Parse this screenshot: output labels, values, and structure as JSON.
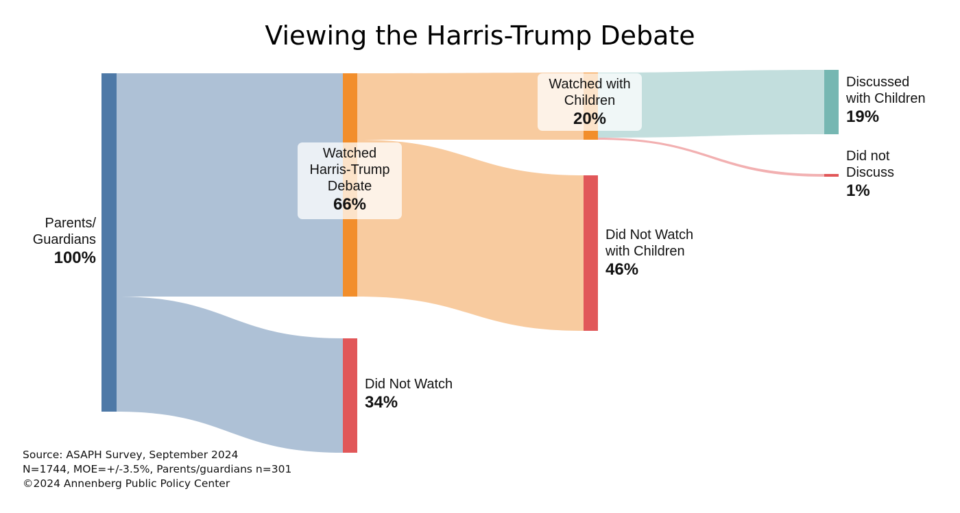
{
  "title": "Viewing the Harris-Trump Debate",
  "nodes": {
    "parents": {
      "label_line1": "Parents/",
      "label_line2": "Guardians",
      "pct": "100%",
      "color": "#4e79a7"
    },
    "watched": {
      "label_line1": "Watched",
      "label_line2": "Harris-Trump",
      "label_line3": "Debate",
      "pct": "66%",
      "color": "#f28e2b"
    },
    "did_not_watch": {
      "label": "Did Not Watch",
      "pct": "34%",
      "color": "#e15759"
    },
    "watched_with_children": {
      "label_line1": "Watched with",
      "label_line2": "Children",
      "pct": "20%",
      "color": "#f28e2b"
    },
    "did_not_watch_with_children": {
      "label_line1": "Did Not Watch",
      "label_line2": "with Children",
      "pct": "46%",
      "color": "#e15759"
    },
    "discussed": {
      "label_line1": "Discussed",
      "label_line2": "with Children",
      "pct": "19%",
      "color": "#76b7b2"
    },
    "did_not_discuss": {
      "label_line1": "Did not",
      "label_line2": "Discuss",
      "pct": "1%",
      "color": "#e15759"
    }
  },
  "source": {
    "line1": "Source: ASAPH Survey, September 2024",
    "line2": "N=1744, MOE=+/-3.5%, Parents/guardians n=301",
    "line3": "©2024 Annenberg Public Policy Center"
  },
  "chart_data": {
    "type": "sankey",
    "title": "Viewing the Harris-Trump Debate",
    "nodes": [
      {
        "id": "Parents/Guardians",
        "value": 100
      },
      {
        "id": "Watched Harris-Trump Debate",
        "value": 66
      },
      {
        "id": "Did Not Watch",
        "value": 34
      },
      {
        "id": "Watched with Children",
        "value": 20
      },
      {
        "id": "Did Not Watch with Children",
        "value": 46
      },
      {
        "id": "Discussed with Children",
        "value": 19
      },
      {
        "id": "Did not Discuss",
        "value": 1
      }
    ],
    "links": [
      {
        "source": "Parents/Guardians",
        "target": "Watched Harris-Trump Debate",
        "value": 66
      },
      {
        "source": "Parents/Guardians",
        "target": "Did Not Watch",
        "value": 34
      },
      {
        "source": "Watched Harris-Trump Debate",
        "target": "Watched with Children",
        "value": 20
      },
      {
        "source": "Watched Harris-Trump Debate",
        "target": "Did Not Watch with Children",
        "value": 46
      },
      {
        "source": "Watched with Children",
        "target": "Discussed with Children",
        "value": 19
      },
      {
        "source": "Watched with Children",
        "target": "Did not Discuss",
        "value": 1
      }
    ],
    "unit": "%",
    "annotations": [
      "Source: ASAPH Survey, September 2024",
      "N=1744, MOE=+/-3.5%, Parents/guardians n=301",
      "©2024 Annenberg Public Policy Center"
    ]
  }
}
